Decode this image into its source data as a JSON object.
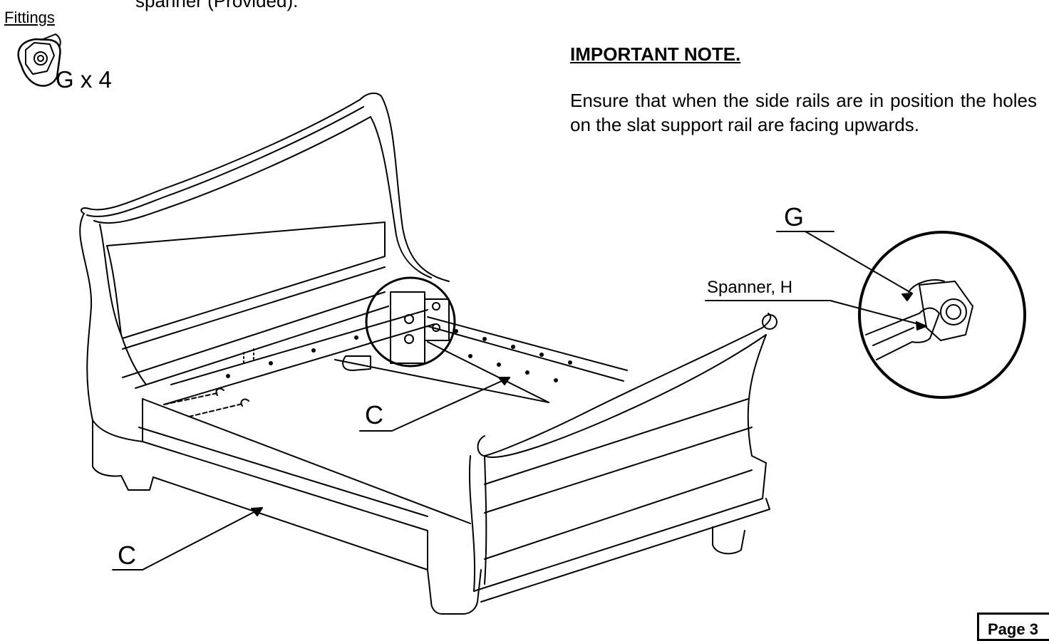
{
  "header": {
    "cut_text": "spanner (Provided).",
    "fittings_label": "Fittings",
    "fitting_quantity": "G x 4"
  },
  "note": {
    "heading": "IMPORTANT NOTE.",
    "body": "Ensure that when the side rails are in position the holes on the slat support rail are facing upwards."
  },
  "callouts": {
    "g": "G",
    "spanner": "Spanner, H",
    "c_upper": "C",
    "c_lower": "C"
  },
  "footer": {
    "page": "Page 3"
  },
  "icons": {
    "fitting": "barrel-nut-icon",
    "wrench": "spanner-icon"
  },
  "colors": {
    "ink": "#000000",
    "paper": "#ffffff"
  }
}
